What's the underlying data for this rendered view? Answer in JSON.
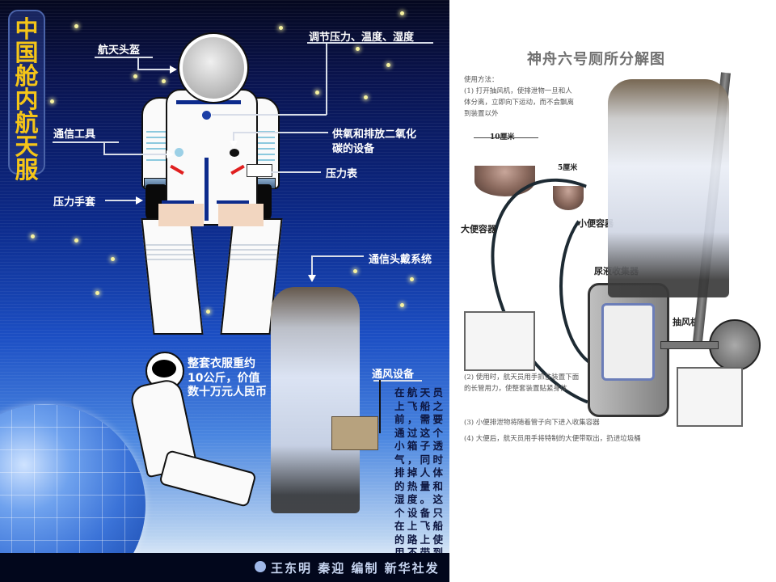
{
  "left_panel": {
    "title": "中国舱内航天服",
    "labels": {
      "helmet": "航天头盔",
      "regulate": "调节压力、温度、湿度",
      "comm_tool": "通信工具",
      "oxygen_line1": "供氧和排放二氧化",
      "oxygen_line2": "碳的设备",
      "pressure_gauge": "压力表",
      "pressure_glove": "压力手套",
      "headset": "通信头戴系统",
      "ventilation": "通风设备"
    },
    "weight_note": "整套衣服重约10公斤，价值数十万元人民币",
    "ventilation_note": "在航天员上飞船之前，需要通过这个小箱子透气，同时排掉人体的热量和湿度。这个设备只在上飞船的路上使用不带到飞船上使用。",
    "footer_credit": "王东明 秦迎 编制 新华社发",
    "colors": {
      "title_text": "#f5c518",
      "background_top": "#05081f",
      "background_mid": "#0c2a8a",
      "background_bottom": "#dfeaf8",
      "footer_bg": "#02071c"
    }
  },
  "right_panel": {
    "title": "神舟六号厕所分解图",
    "instructions_heading": "使用方法：",
    "step1": "(1) 打开抽风机，使排泄物一旦和人体分离，立即向下运动，而不会飘离到装置以外",
    "step2": "(2) 使用时，航天员用手抓住装置下面的长管用力，使整套装置贴紧身体",
    "step3": "(3) 小便排泄物将随着管子向下进入收集容器",
    "step4": "(4) 大便后，航天员用手将特制的大便带取出，扔进垃圾桶",
    "labels": {
      "large_container": "大便容器",
      "small_container": "小便容器",
      "large_size": "10厘米",
      "small_size": "5厘米",
      "urine_collector": "尿液收集器",
      "exhaust_fan": "抽风机"
    }
  }
}
